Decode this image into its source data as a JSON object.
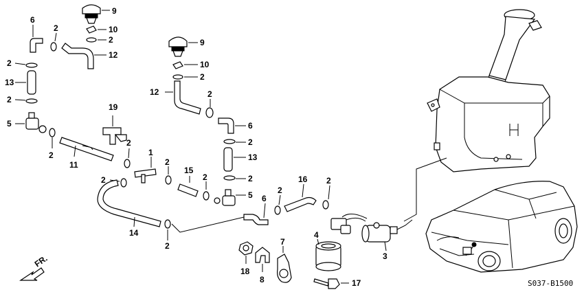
{
  "labels": {
    "p1": "1",
    "p2": "2",
    "p3": "3",
    "p4": "4",
    "p5": "5",
    "p6": "6",
    "p7": "7",
    "p8": "8",
    "p9": "9",
    "p10": "10",
    "p11": "11",
    "p12": "12",
    "p13": "13",
    "p14": "14",
    "p15": "15",
    "p16": "16",
    "p17": "17",
    "p18": "18",
    "p19": "19"
  },
  "diagram_code": "S037-B1500",
  "direction_label": "FR."
}
